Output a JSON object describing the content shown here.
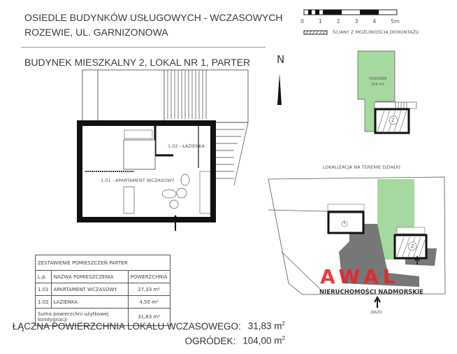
{
  "header": {
    "line1": "OSIEDLE BUDYNKÓW USŁUGOWYCH - WCZASOWYCH",
    "line2": "ROZEWIE, UL. GARNIZONOWA",
    "subtitle": "BUDYNEK MIESZKALNY 2, LOKAL NR 1, PARTER"
  },
  "scale": {
    "ticks": [
      "0",
      "1",
      "2",
      "3",
      "4",
      "5m"
    ]
  },
  "legend": {
    "label": "ŚCIANY Z MOŻLIWOŚCIĄ DEMONTAŻU"
  },
  "north": "N",
  "garden": {
    "label": "OGRÓDEK",
    "area": "104 m2",
    "building_no": "2"
  },
  "plan": {
    "room1": "1.01 - APARTAMENT WCZASOWY",
    "room2": "1.02 - ŁAZIENKA"
  },
  "site": {
    "title": "LOKALIZACJA NA TERENIE DZIAŁKI",
    "building1": "1",
    "building2": "2",
    "entrance": "ZJAZD"
  },
  "watermark": {
    "brand": "AWAL",
    "tagline": "NIERUCHOMOŚCI NADMORSKIE",
    "color": "#e8242b"
  },
  "table": {
    "title": "ZESTAWIENIE POMIESZCZEŃ PARTER",
    "headers": [
      "L.p.",
      "NAZWA POMIESZCZENIA",
      "POWERZCHNIA"
    ],
    "rows": [
      [
        "1.01",
        "APARTAMENT WCZASOWY",
        "27,33 m²"
      ],
      [
        "1.02",
        "ŁAZIENKA",
        "4,50 m²"
      ]
    ],
    "sum_label": "Suma powierzchni użytkowej kondygnacji",
    "sum_value": "31,83 m²"
  },
  "totals": {
    "area_label": "ŁĄCZNA POWIERZCHNIA LOKALU WCZASOWEGO:",
    "area_value": "31,83 m",
    "area_unit_sup": "2",
    "garden_label": "OGRÓDEK:",
    "garden_value": "104,00 m",
    "garden_unit_sup": "2"
  },
  "colors": {
    "garden": "#a6d9a0",
    "walls": "#111111",
    "paving": "#6f6f6f"
  }
}
